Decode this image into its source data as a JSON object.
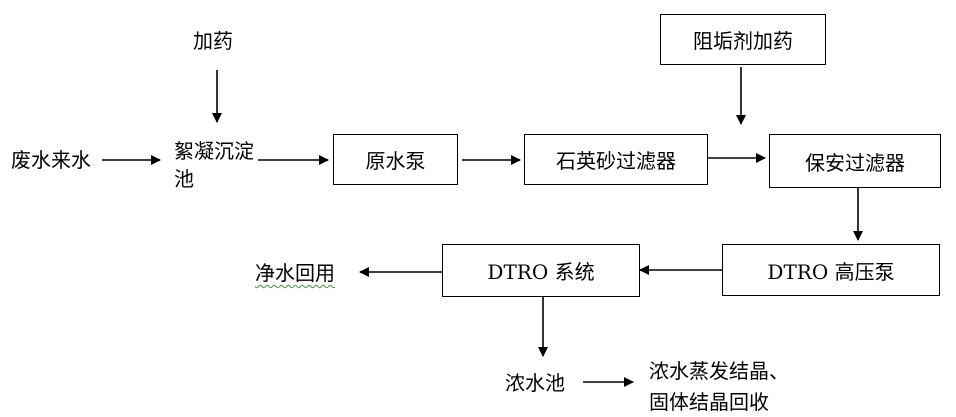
{
  "nodes": {
    "wastewater_inflow": "废水来水",
    "dosing_top": "加药",
    "flocculation_tank_line1": "絮凝沉淀",
    "flocculation_tank_line2": "池",
    "raw_water_pump": "原水泵",
    "quartz_sand_filter": "石英砂过滤器",
    "scale_inhibitor_dosing": "阻垢剂加药",
    "security_filter": "保安过滤器",
    "dtro_high_pressure_pump": "DTRO 高压泵",
    "dtro_system": "DTRO 系统",
    "clean_water_reuse": "净水回用",
    "concentrate_tank": "浓水池",
    "concentrate_evaporation_line1": "浓水蒸发结晶、",
    "concentrate_evaporation_line2": "固体结晶回收"
  },
  "colors": {
    "stroke": "#000000",
    "spellcheck_underline": "#3a9a3a"
  }
}
